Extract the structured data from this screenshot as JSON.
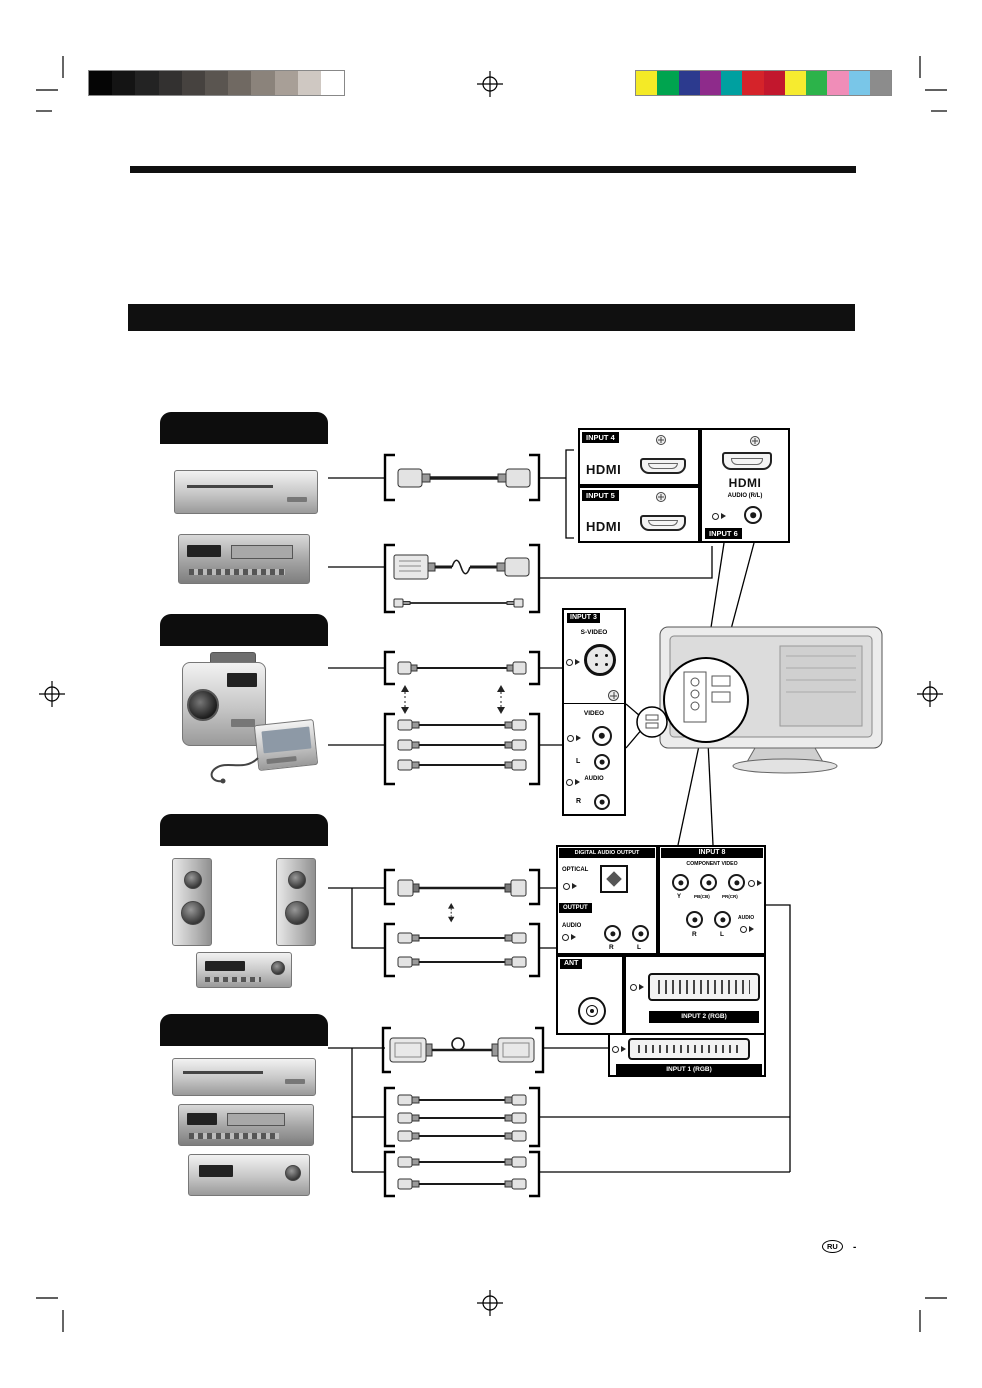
{
  "hdmi_panel": {
    "input4_tag": "INPUT 4",
    "input5_tag": "INPUT 5",
    "input6_tag": "INPUT 6",
    "hdmi_logo_input4": "HDMI",
    "hdmi_logo_input5": "HDMI",
    "hdmi_logo_input6": "HDMI",
    "audio_rl_label": "AUDIO (R/L)"
  },
  "input3_panel": {
    "tag": "INPUT 3",
    "svideo_label": "S-VIDEO",
    "video_label": "VIDEO",
    "audio_label": "AUDIO",
    "left_label": "L",
    "right_label": "R"
  },
  "rear_panel": {
    "digital_audio_output_tag": "DIGITAL AUDIO OUTPUT",
    "optical_label": "OPTICAL",
    "output_tag": "OUTPUT",
    "output_audio_label": "AUDIO",
    "output_r_label": "R",
    "output_l_label": "L",
    "input8_tag": "INPUT 8",
    "component_video_label": "COMPONENT VIDEO",
    "y_label": "Y",
    "pb_label": "PB(CB)",
    "pr_label": "PR(CR)",
    "audio_in_label": "AUDIO",
    "audio_in_r_label": "R",
    "audio_in_l_label": "L",
    "ant_tag": "ANT",
    "input2_tag": "INPUT 2 (RGB)",
    "input1_tag": "INPUT 1 (RGB)"
  },
  "footer": {
    "region_code": "RU",
    "separator": "-"
  },
  "print_marks": {
    "grayscale_bar": [
      "#050505",
      "#141414",
      "#232323",
      "#333130",
      "#46423f",
      "#5a5550",
      "#706962",
      "#8b837b",
      "#a89f97",
      "#cfc8c2",
      "#ffffff"
    ],
    "color_bar": [
      "#f4ea26",
      "#00a44f",
      "#2c3a8e",
      "#8e2b8b",
      "#00a0a0",
      "#d5232a",
      "#c2172d",
      "#f6eb2f",
      "#2cb34a",
      "#f08db8",
      "#79c6e8",
      "#8c8c8c"
    ]
  }
}
